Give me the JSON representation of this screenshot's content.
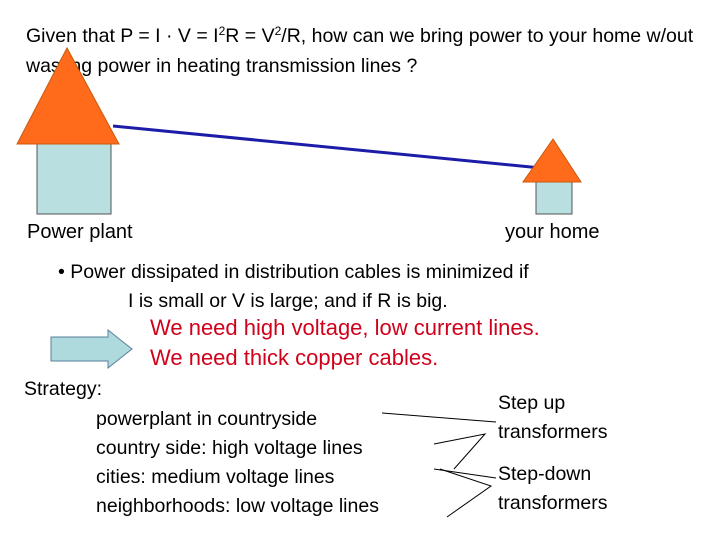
{
  "title": {
    "p1": "Given that P = I ",
    "dot": "·",
    "p2": " V = I",
    "sup1": "2",
    "p3": "R = V",
    "sup2": "2",
    "p4": "/R, how can we bring power to your home w/out wasting power in heating transmission lines ?"
  },
  "labels": {
    "power_plant": "Power plant",
    "your_home": "your home"
  },
  "bullet": {
    "symbol": "•",
    "line1": "Power dissipated in distribution cables is minimized if",
    "line2": "I is small or V is large; and if R is big."
  },
  "needs": {
    "line1": "We need high voltage, low current lines.",
    "line2": "We need thick copper cables."
  },
  "strategy": {
    "heading": "Strategy:",
    "steps": [
      "powerplant in countryside",
      "country side: high voltage lines",
      "cities: medium voltage lines",
      "neighborhoods: low voltage lines"
    ]
  },
  "transformers": {
    "up_line1": "Step up",
    "up_line2": "transformers",
    "down_line1": "Step-down",
    "down_line2": "transformers"
  },
  "colors": {
    "roof": "#ff6b1a",
    "roof_stroke": "#c8590f",
    "wall": "#b9dfe0",
    "line": "#1c1ca8",
    "arrow_fill": "#aedadd",
    "red_text": "#d0021b"
  }
}
